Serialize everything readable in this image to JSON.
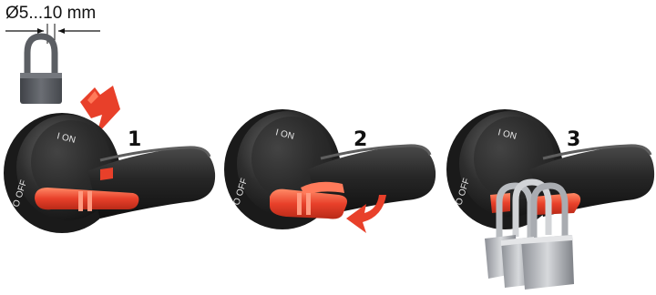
{
  "dimension": {
    "label": "Ø5...10 mm"
  },
  "steps": [
    {
      "number": "1",
      "on_label": "I ON",
      "off_label": "O OFF"
    },
    {
      "number": "2",
      "on_label": "I ON",
      "off_label": "O OFF"
    },
    {
      "number": "3",
      "on_label": "I ON",
      "off_label": "O OFF"
    }
  ],
  "colors": {
    "handle": "#2a2a2a",
    "handle_highlight": "#5a5a5a",
    "lever": "#e8402a",
    "lever_light": "#ff7a5a",
    "arrow": "#e8402a",
    "padlock": "#5b5e63",
    "padlock_light": "#c9cbcf"
  },
  "icons": [
    "padlock-icon",
    "press-arrow-icon",
    "rotate-arrow-icon",
    "padlocks-icon"
  ]
}
